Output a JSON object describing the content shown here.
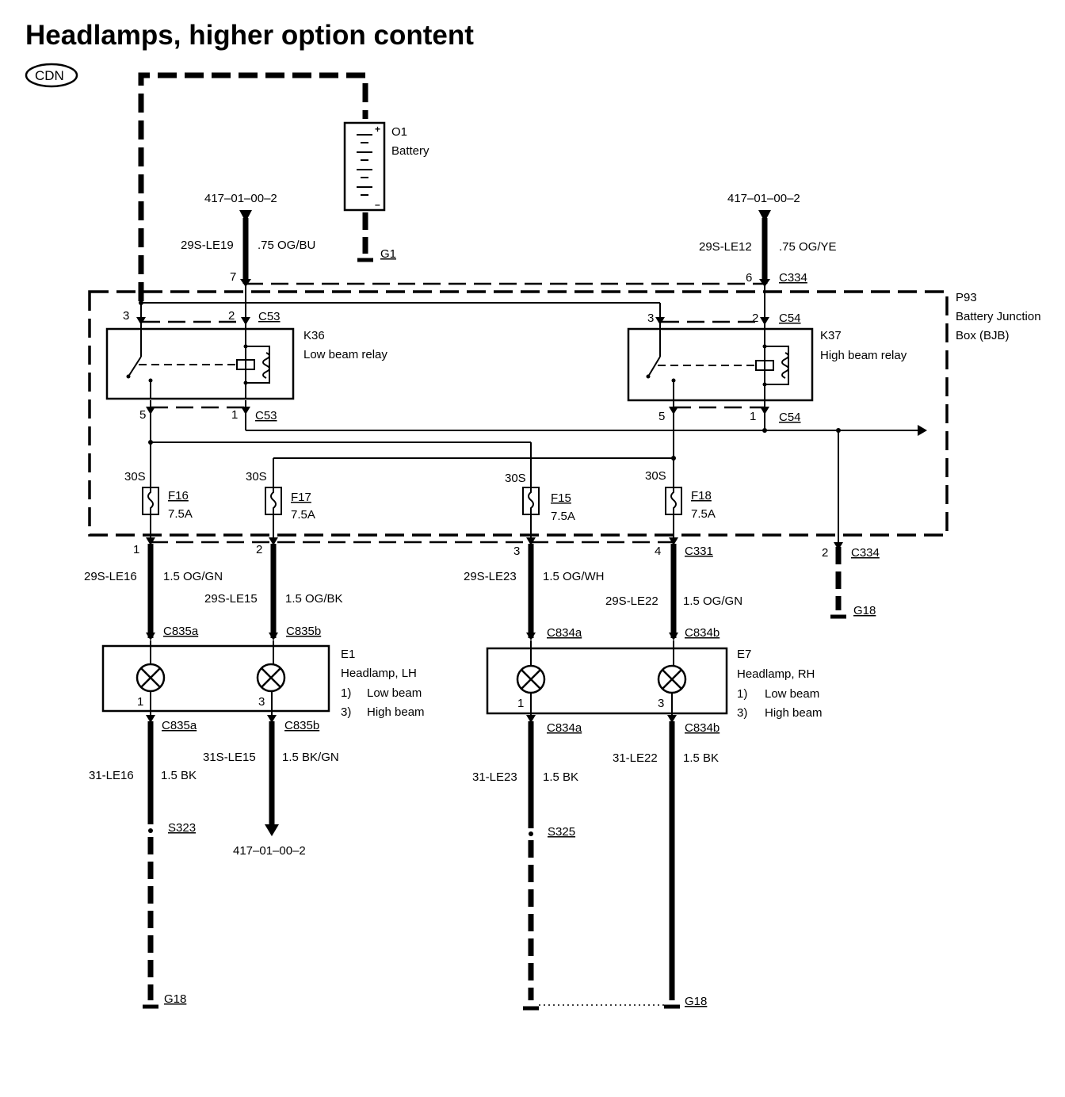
{
  "title": "Headlamps, higher option content",
  "market_badge": "CDN",
  "battery": {
    "id": "O1",
    "name": "Battery",
    "ground": "G1",
    "plus": "+",
    "minus": "–"
  },
  "bjb": {
    "id": "P93",
    "name_line1": "Battery Junction",
    "name_line2": "Box (BJB)"
  },
  "refs": {
    "left_top": "417–01–00–2",
    "right_top": "417–01–00–2",
    "bottom": "417–01–00–2"
  },
  "wires": {
    "le19": {
      "circuit": "29S-LE19",
      "spec": ".75 OG/BU",
      "pin": "7"
    },
    "le12": {
      "circuit": "29S-LE12",
      "spec": ".75 OG/YE",
      "pin": "6",
      "connector": "C334"
    },
    "le16": {
      "circuit": "29S-LE16",
      "spec": "1.5 OG/GN",
      "pin": "1"
    },
    "le15": {
      "circuit": "29S-LE15",
      "spec": "1.5 OG/BK",
      "pin": "2"
    },
    "le23": {
      "circuit": "29S-LE23",
      "spec": "1.5 OG/WH",
      "pin": "3"
    },
    "le22": {
      "circuit": "29S-LE22",
      "spec": "1.5 OG/GN",
      "pin": "4",
      "connector": "C331"
    },
    "g18c": {
      "pin": "2",
      "connector": "C334",
      "ground": "G18"
    },
    "gle16": {
      "circuit": "31-LE16",
      "spec": "1.5 BK"
    },
    "gle15": {
      "circuit": "31S-LE15",
      "spec": "1.5 BK/GN"
    },
    "gle23": {
      "circuit": "31-LE23",
      "spec": "1.5 BK"
    },
    "gle22": {
      "circuit": "31-LE22",
      "spec": "1.5 BK"
    }
  },
  "relays": {
    "k36": {
      "id": "K36",
      "name": "Low beam relay",
      "conn_top": "C53",
      "conn_bottom": "C53",
      "pin3": "3",
      "pin2": "2",
      "pin5": "5",
      "pin1": "1"
    },
    "k37": {
      "id": "K37",
      "name": "High beam relay",
      "conn_top": "C54",
      "conn_bottom": "C54",
      "pin3": "3",
      "pin2": "2",
      "pin5": "5",
      "pin1": "1"
    }
  },
  "fuses": [
    {
      "id": "F16",
      "rating": "7.5A",
      "feed": "30S"
    },
    {
      "id": "F17",
      "rating": "7.5A",
      "feed": "30S"
    },
    {
      "id": "F15",
      "rating": "7.5A",
      "feed": "30S"
    },
    {
      "id": "F18",
      "rating": "7.5A",
      "feed": "30S"
    }
  ],
  "headlamps": {
    "lh": {
      "id": "E1",
      "name": "Headlamp, LH",
      "opt1_num": "1)",
      "opt1": "Low beam",
      "opt3_num": "3)",
      "opt3": "High beam",
      "conn_a": "C835a",
      "conn_b": "C835b",
      "pin_low": "1",
      "pin_high": "3"
    },
    "rh": {
      "id": "E7",
      "name": "Headlamp, RH",
      "opt1_num": "1)",
      "opt1": "Low beam",
      "opt3_num": "3)",
      "opt3": "High beam",
      "conn_a": "C834a",
      "conn_b": "C834b",
      "pin_low": "1",
      "pin_high": "3"
    }
  },
  "splices": {
    "left": "S323",
    "right": "S325"
  },
  "grounds": {
    "left": "G18",
    "right": "G18"
  }
}
